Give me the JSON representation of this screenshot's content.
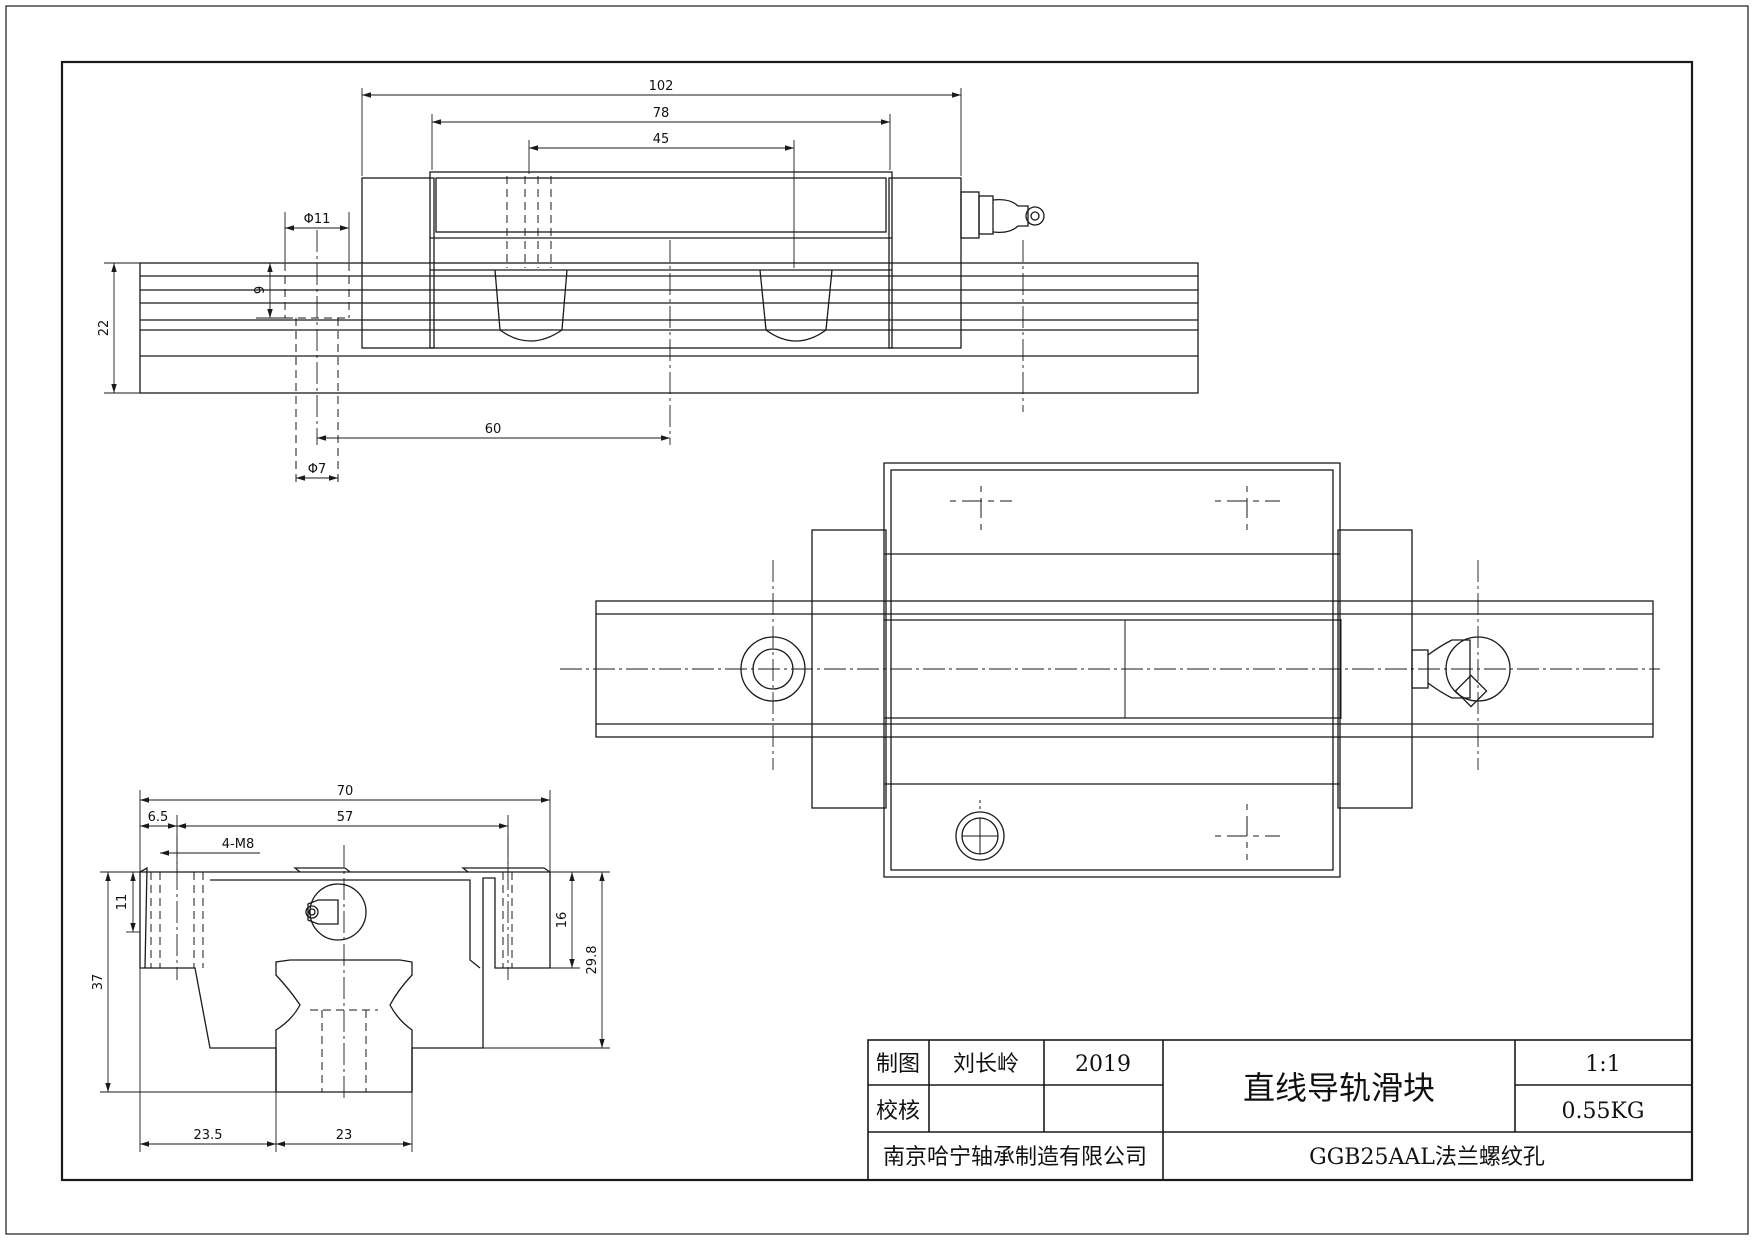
{
  "drawing": {
    "colors": {
      "line": "#1a1a1a",
      "paper": "#ffffff"
    },
    "front_view": {
      "dims": {
        "overall_length": "102",
        "body_length": "78",
        "hole_spacing": "45",
        "counterbore_dia": "Φ11",
        "counterbore_depth": "9",
        "rail_height": "22",
        "rail_pitch_offset": "60",
        "hole_dia": "Φ7"
      }
    },
    "end_view": {
      "dims": {
        "width": "70",
        "mount_spacing": "57",
        "edge_offset": "6.5",
        "thread": "4-M8",
        "thread_depth": "11",
        "body_height": "16",
        "top_to_rail": "29.8",
        "total_height": "37",
        "rail_left": "23.5",
        "rail_width": "23"
      }
    }
  },
  "title_block": {
    "drawn_label": "制图",
    "drawn_by": "刘长岭",
    "year": "2019",
    "check_label": "校核",
    "checked_by": "",
    "title": "直线导轨滑块",
    "scale": "1:1",
    "weight": "0.55KG",
    "company": "南京哈宁轴承制造有限公司",
    "part_no": "GGB25AAL法兰螺纹孔"
  }
}
